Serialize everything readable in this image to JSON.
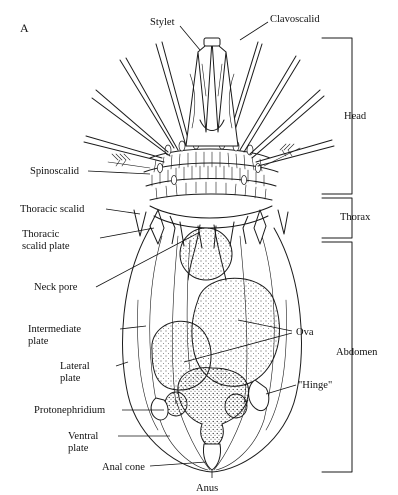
{
  "figure": {
    "panel_letter": "A",
    "labels": {
      "stylet": "Stylet",
      "clavoscalid": "Clavoscalid",
      "head": "Head",
      "spinoscalid": "Spinoscalid",
      "thoracic_scalid": "Thoracic scalid",
      "thorax": "Thorax",
      "thoracic_scalid_plate_1": "Thoracic",
      "thoracic_scalid_plate_2": "scalid plate",
      "neck_pore": "Neck pore",
      "ova": "Ova",
      "intermediate_plate_1": "Intermediate",
      "intermediate_plate_2": "plate",
      "abdomen": "Abdomen",
      "lateral_plate_1": "Lateral",
      "lateral_plate_2": "plate",
      "hinge": "\"Hinge\"",
      "protonephridium": "Protonephridium",
      "ventral_plate_1": "Ventral",
      "ventral_plate_2": "plate",
      "anal_cone": "Anal cone",
      "anus": "Anus"
    }
  }
}
